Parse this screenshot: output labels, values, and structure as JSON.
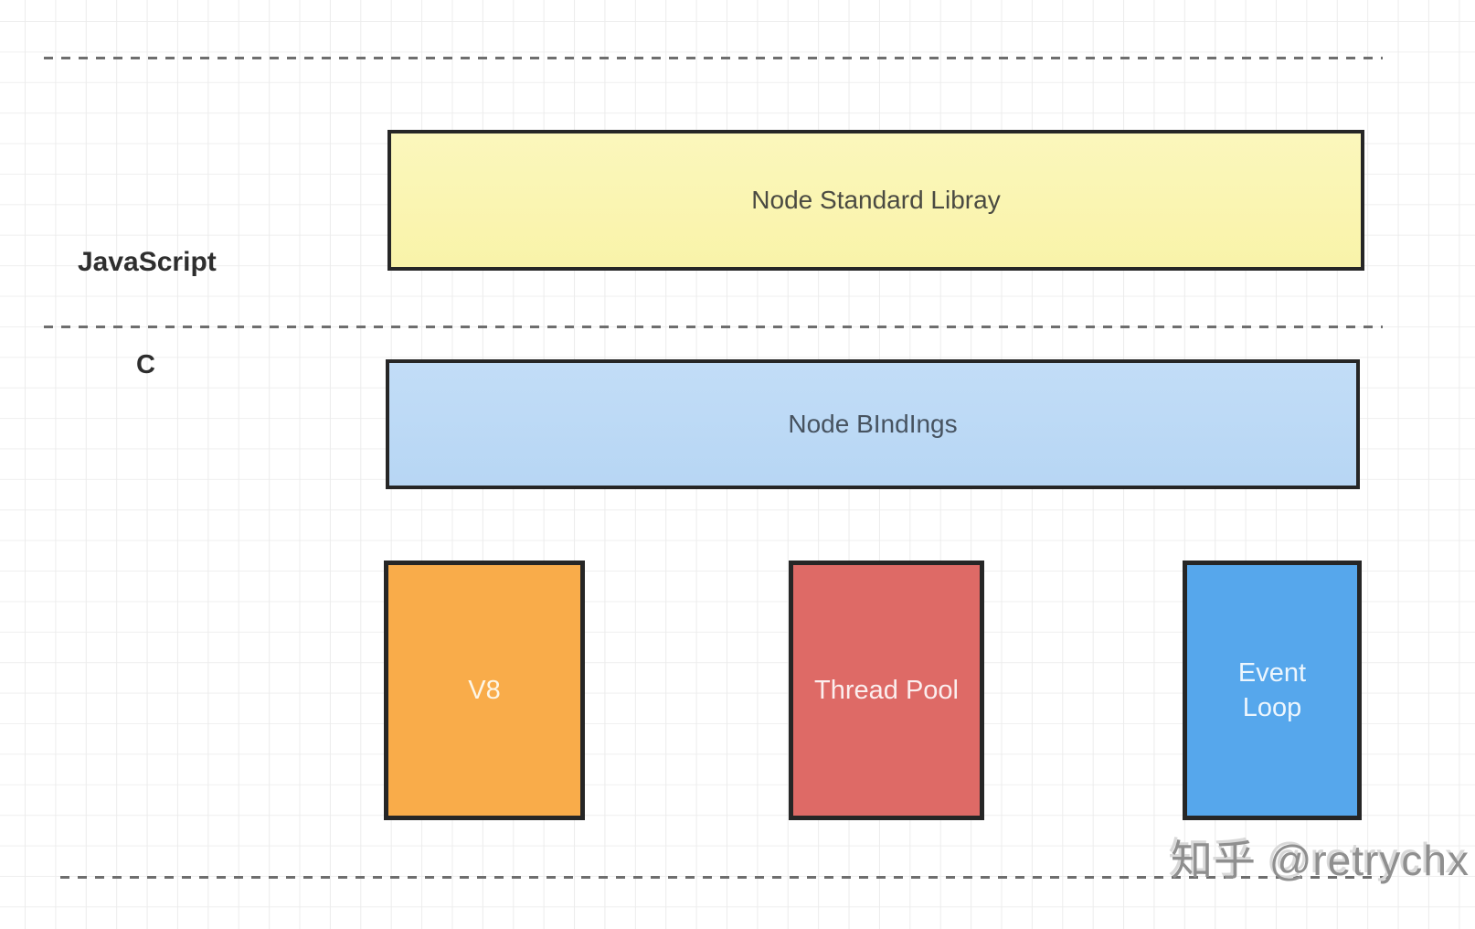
{
  "layers": {
    "javascript_label": "JavaScript",
    "c_label": "C"
  },
  "boxes": {
    "node_standard_library": {
      "label": "Node Standard Libray",
      "fill_top": "#FBF7BC",
      "fill_bottom": "#F9F3A9",
      "text_color": "#4A4A42"
    },
    "node_bindings": {
      "label": "Node BIndIngs",
      "fill_top": "#C2DDF7",
      "fill_bottom": "#B7D6F4",
      "text_color": "#475360"
    },
    "v8": {
      "label": "V8",
      "fill": "#F9AC4A",
      "text_color": "#FDF6E7"
    },
    "thread_pool": {
      "label": "Thread Pool",
      "fill": "#DE6A66",
      "text_color": "#FBEEEE"
    },
    "event_loop": {
      "label": "Event Loop",
      "lines": [
        "Event",
        "Loop"
      ],
      "fill": "#56A7EC",
      "text_color": "#EDF6FD"
    }
  },
  "watermark": "知乎 @retrychx",
  "colors": {
    "background": "#FFFFFF",
    "grid_line": "#ECECEC",
    "dashed_line": "#6E6E6E",
    "box_border": "#262626"
  }
}
